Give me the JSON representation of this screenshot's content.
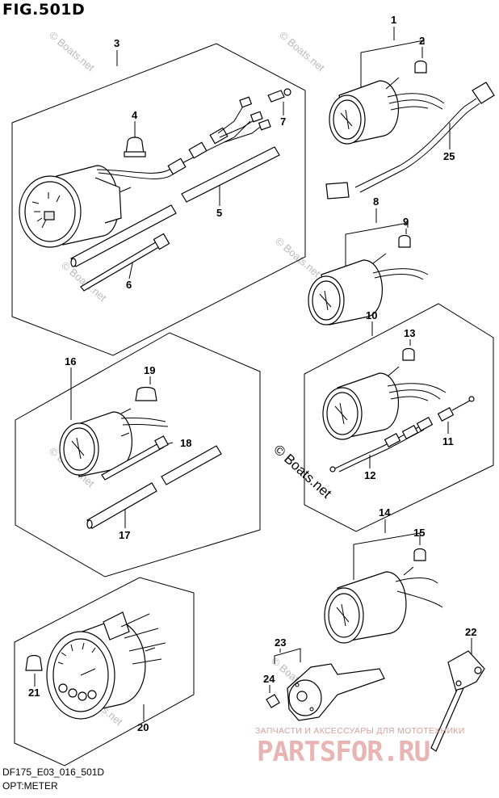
{
  "figure": {
    "title": "FIG.501D",
    "code": "DF175_E03_016_501D",
    "name": "OPT:METER"
  },
  "watermark": {
    "site": "© Boats.net"
  },
  "partsfor": {
    "tagline": "ЗАПЧАСТИ И АКСЕССУАРЫ ДЛЯ МОТОТЕХНИКИ",
    "brand": "PARTSFOR.RU"
  },
  "callouts": [
    "1",
    "2",
    "3",
    "4",
    "5",
    "6",
    "7",
    "8",
    "9",
    "10",
    "11",
    "12",
    "13",
    "14",
    "15",
    "16",
    "17",
    "18",
    "19",
    "20",
    "21",
    "22",
    "23",
    "24",
    "25"
  ]
}
